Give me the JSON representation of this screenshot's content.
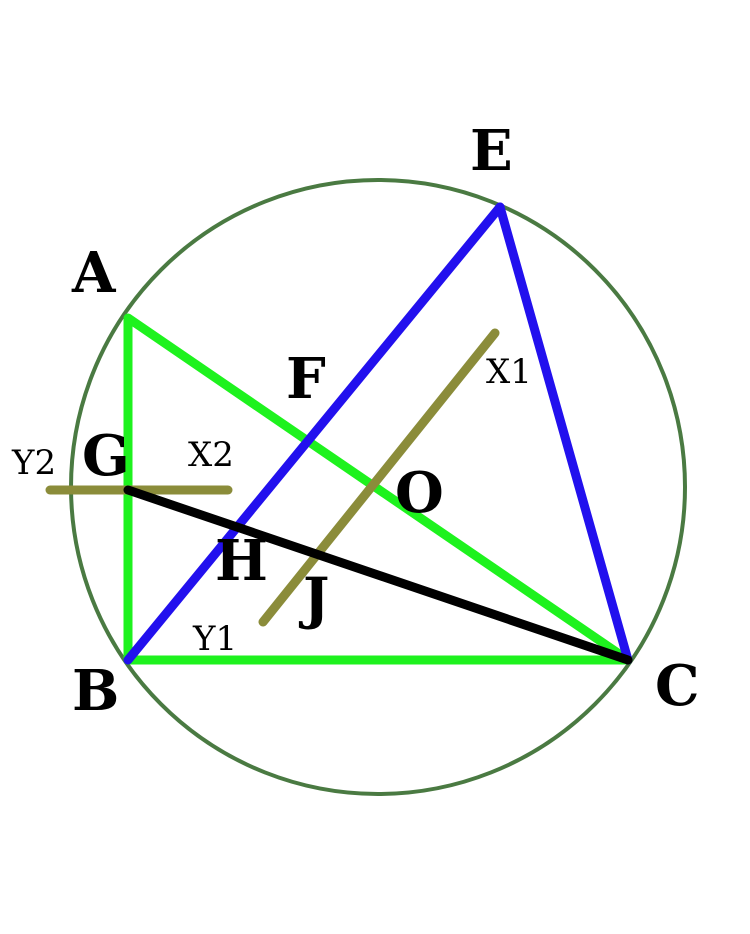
{
  "colors": {
    "circle": "#4a7a42",
    "right_triangle": "#1ef21e",
    "blue_triangle": "#2210ee",
    "black_segment": "#000000",
    "olive_lines": "#8b8c3a"
  },
  "labels": {
    "A": "A",
    "B": "B",
    "C": "C",
    "E": "E",
    "F": "F",
    "G": "G",
    "H": "H",
    "J": "J",
    "O": "O",
    "X1": "X1",
    "X2": "X2",
    "Y1": "Y1",
    "Y2": "Y2"
  }
}
